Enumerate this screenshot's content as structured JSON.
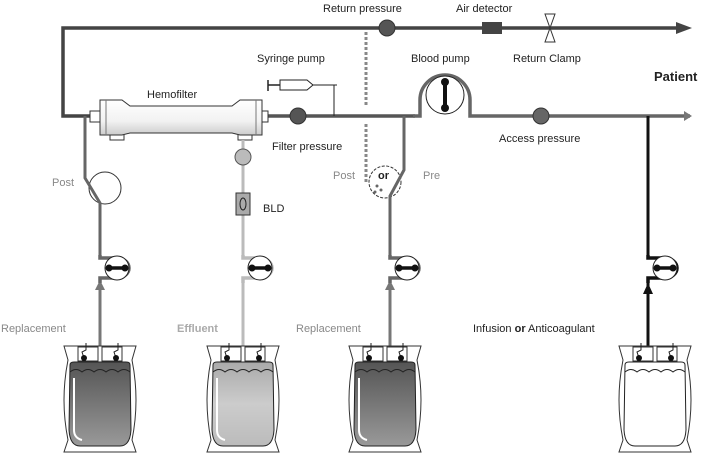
{
  "labels": {
    "return_pressure": "Return pressure",
    "air_detector": "Air detector",
    "return_clamp": "Return Clamp",
    "blood_pump": "Blood pump",
    "patient": "Patient",
    "syringe_pump": "Syringe pump",
    "hemofilter": "Hemofilter",
    "filter_pressure": "Filter pressure",
    "access_pressure": "Access pressure",
    "post_left": "Post",
    "bld": "BLD",
    "post_mid": "Post",
    "pre": "Pre",
    "or_valve": "or",
    "replacement_left": "Replacement",
    "effluent": "Effluent",
    "replacement_mid": "Replacement",
    "infusion": "Infusion",
    "or_word": "or",
    "anticoagulant": "Anticoagulant"
  },
  "colors": {
    "blood_line": "#555555",
    "replacement_line": "#777777",
    "effluent_line": "#bbbbbb",
    "infusion_line": "#111111",
    "pressure_sensor": "#555555"
  }
}
